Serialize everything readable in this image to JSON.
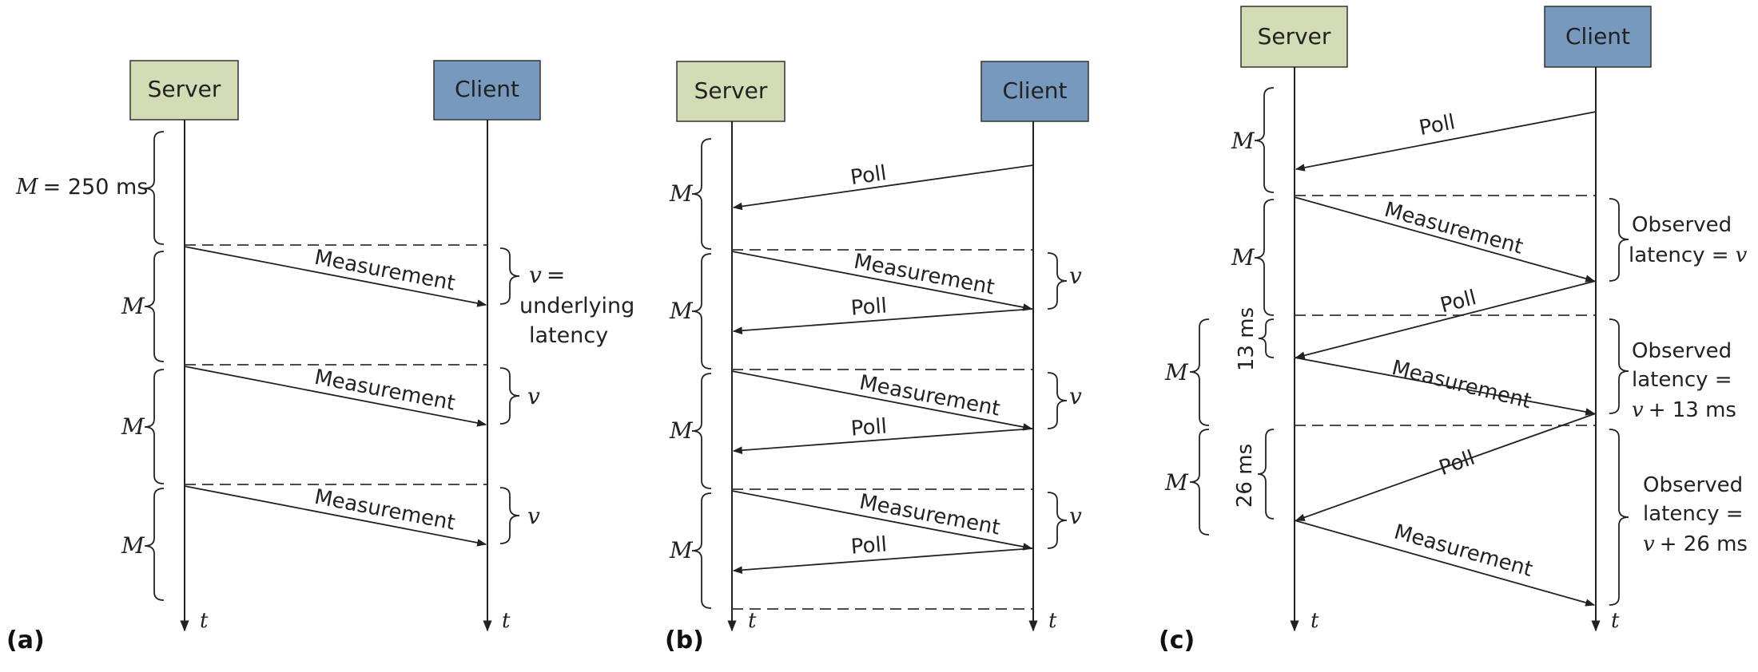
{
  "actors": {
    "server": "Server",
    "client": "Client"
  },
  "colors": {
    "server": "#d3dcb4",
    "client": "#7799bd"
  },
  "labels": {
    "time": "t",
    "measurement": "Measurement",
    "poll": "Poll",
    "m": "M",
    "v": "v",
    "m_eq": "= 250 ms",
    "v_eq": "=",
    "underlying1": "underlying",
    "underlying2": "latency",
    "ms13": "13 ms",
    "ms26": "26 ms",
    "observed": "Observed",
    "latency_eq": "latency =",
    "plus13": "+ 13 ms",
    "plus26": "+ 26 ms"
  },
  "panels": {
    "a": "(a)",
    "b": "(b)",
    "c": "(c)"
  }
}
